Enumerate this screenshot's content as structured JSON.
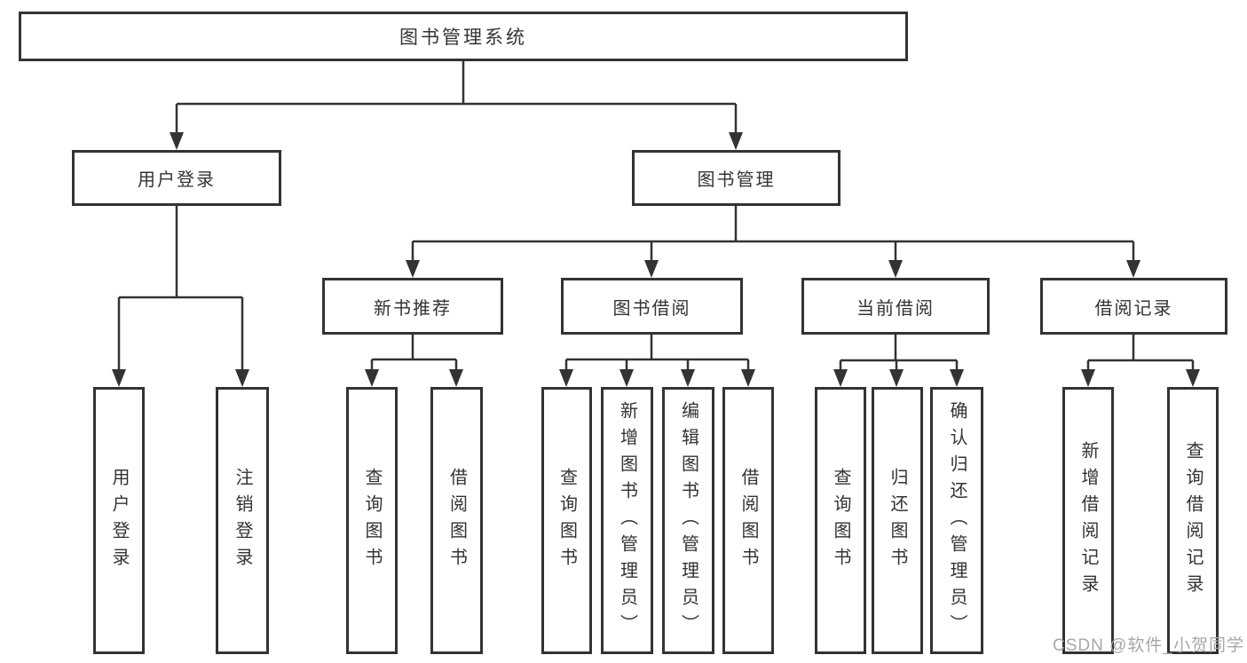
{
  "diagram": {
    "type": "hierarchy-tree",
    "root": {
      "label": "图书管理系统"
    },
    "level2": [
      {
        "label": "用户登录"
      },
      {
        "label": "图书管理"
      }
    ],
    "level3": [
      {
        "label": "新书推荐",
        "parent": "图书管理"
      },
      {
        "label": "图书借阅",
        "parent": "图书管理"
      },
      {
        "label": "当前借阅",
        "parent": "图书管理"
      },
      {
        "label": "借阅记录",
        "parent": "图书管理"
      }
    ],
    "leaves": [
      {
        "label": "用户登录",
        "parent": "用户登录"
      },
      {
        "label": "注销登录",
        "parent": "用户登录"
      },
      {
        "label": "查询图书",
        "parent": "新书推荐"
      },
      {
        "label": "借阅图书",
        "parent": "新书推荐"
      },
      {
        "label": "查询图书",
        "parent": "图书借阅"
      },
      {
        "label": "新增图书（管理员）",
        "parent": "图书借阅"
      },
      {
        "label": "编辑图书（管理员）",
        "parent": "图书借阅"
      },
      {
        "label": "借阅图书",
        "parent": "图书借阅"
      },
      {
        "label": "查询图书",
        "parent": "当前借阅"
      },
      {
        "label": "归还图书",
        "parent": "当前借阅"
      },
      {
        "label": "确认归还（管理员）",
        "parent": "当前借阅"
      },
      {
        "label": "新增借阅记录",
        "parent": "借阅记录"
      },
      {
        "label": "查询借阅记录",
        "parent": "借阅记录"
      }
    ],
    "watermark": {
      "text": "CSDN @软件_小贺同学"
    },
    "colors": {
      "line": "#333333",
      "border": "#333333",
      "text": "#333333",
      "watermark_text": "#a8a8a8",
      "background": "#ffffff"
    }
  }
}
